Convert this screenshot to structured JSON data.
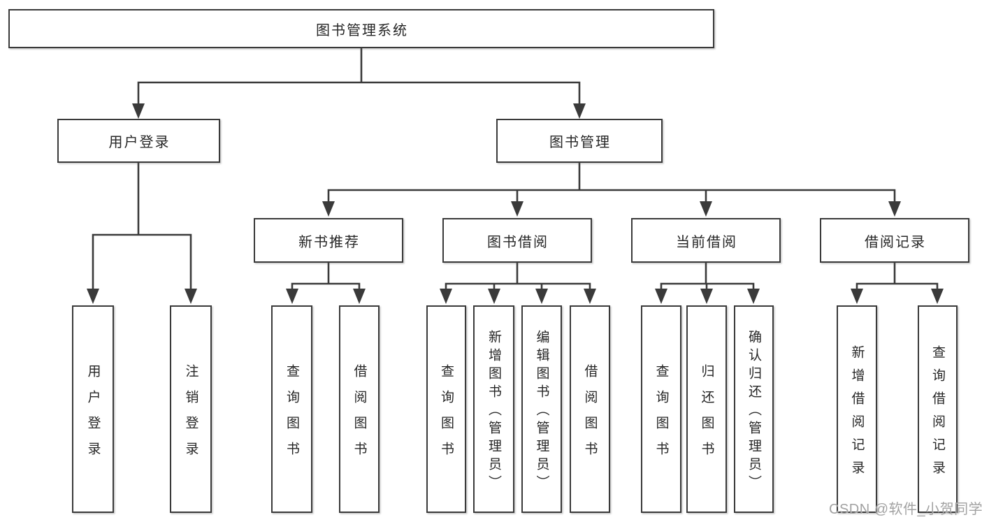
{
  "diagram": {
    "root": {
      "label": "图书管理系统"
    },
    "branches": [
      {
        "label": "用户登录",
        "children": [
          {
            "label": "用户登录"
          },
          {
            "label": "注销登录"
          }
        ]
      },
      {
        "label": "图书管理",
        "children": [
          {
            "label": "新书推荐",
            "children": [
              {
                "label": "查询图书"
              },
              {
                "label": "借阅图书"
              }
            ]
          },
          {
            "label": "图书借阅",
            "children": [
              {
                "label": "查询图书"
              },
              {
                "label": "新增图书（管理员）"
              },
              {
                "label": "编辑图书（管理员）"
              },
              {
                "label": "借阅图书"
              }
            ]
          },
          {
            "label": "当前借阅",
            "children": [
              {
                "label": "查询图书"
              },
              {
                "label": "归还图书"
              },
              {
                "label": "确认归还（管理员）"
              }
            ]
          },
          {
            "label": "借阅记录",
            "children": [
              {
                "label": "新增借阅记录"
              },
              {
                "label": "查询借阅记录"
              }
            ]
          }
        ]
      }
    ]
  },
  "watermark": {
    "text": "CSDN @软件_小贺同学"
  },
  "style": {
    "line_color": "#3a3a3a",
    "box_border_color": "#3a3a3a",
    "text_color": "#262626",
    "watermark_color": "#a2a2a2",
    "background": "#ffffff"
  }
}
